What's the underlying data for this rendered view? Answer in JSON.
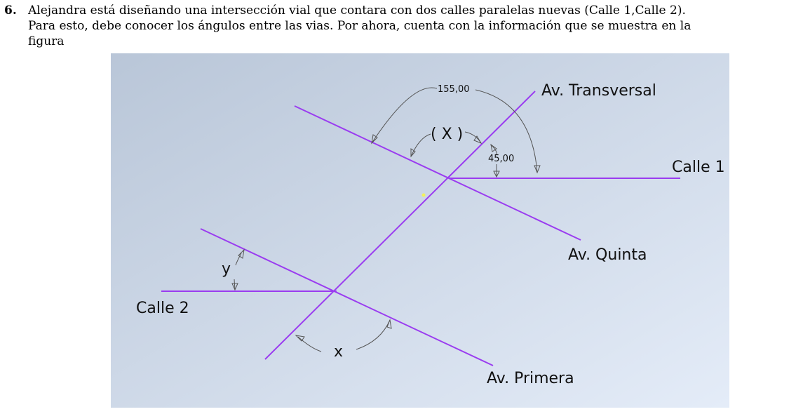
{
  "problem": {
    "number": "6.",
    "text": "Alejandra está diseñando una intersección vial que contara con dos calles paralelas nuevas (Calle 1,Calle 2).\nPara esto, debe conocer los ángulos entre las vias. Por ahora, cuenta con la información que se muestra en la\nfigura"
  },
  "figure": {
    "roads": {
      "transversal": "Av. Transversal",
      "calle1": "Calle 1",
      "quinta": "Av. Quinta",
      "calle2": "Calle 2",
      "primera": "Av. Primera"
    },
    "angles": {
      "big": "155,00",
      "small": "45,00",
      "x_top": "( X )",
      "x_bottom": "x",
      "y": "y"
    },
    "colors": {
      "road": "#9a3cf0",
      "dim": "#555555",
      "bg_top": "#b9c6d8",
      "bg_bottom": "#e4ecf8"
    }
  }
}
